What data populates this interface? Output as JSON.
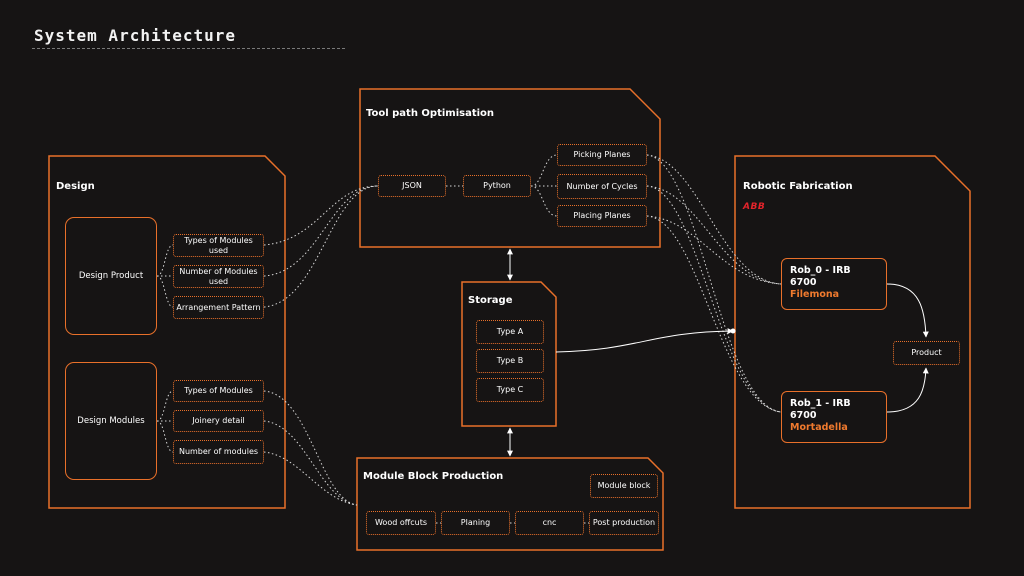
{
  "title": "System Architecture",
  "colors": {
    "accent": "#e8702a",
    "background": "#161414",
    "abb_red": "#e3242b"
  },
  "design": {
    "title": "Design",
    "product": {
      "label": "Design Product",
      "items": [
        "Types of Modules used",
        "Number of Modules used",
        "Arrangement Pattern"
      ]
    },
    "modules": {
      "label": "Design Modules",
      "items": [
        "Types of Modules",
        "Joinery detail",
        "Number of modules"
      ]
    }
  },
  "toolpath": {
    "title": "Tool path Optimisation",
    "json": "JSON",
    "python": "Python",
    "outputs": [
      "Picking Planes",
      "Number of Cycles",
      "Placing Planes"
    ]
  },
  "storage": {
    "title": "Storage",
    "types": [
      "Type A",
      "Type B",
      "Type C"
    ]
  },
  "production": {
    "title": "Module Block Production",
    "module_block": "Module block",
    "steps": [
      "Wood offcuts",
      "Planing",
      "cnc",
      "Post production"
    ]
  },
  "robotic": {
    "title": "Robotic Fabrication",
    "brand": "ABB",
    "robots": [
      {
        "name": "Rob_0 - IRB 6700",
        "nickname": "Filemona"
      },
      {
        "name": "Rob_1 - IRB 6700",
        "nickname": "Mortadella"
      }
    ],
    "product": "Product"
  }
}
